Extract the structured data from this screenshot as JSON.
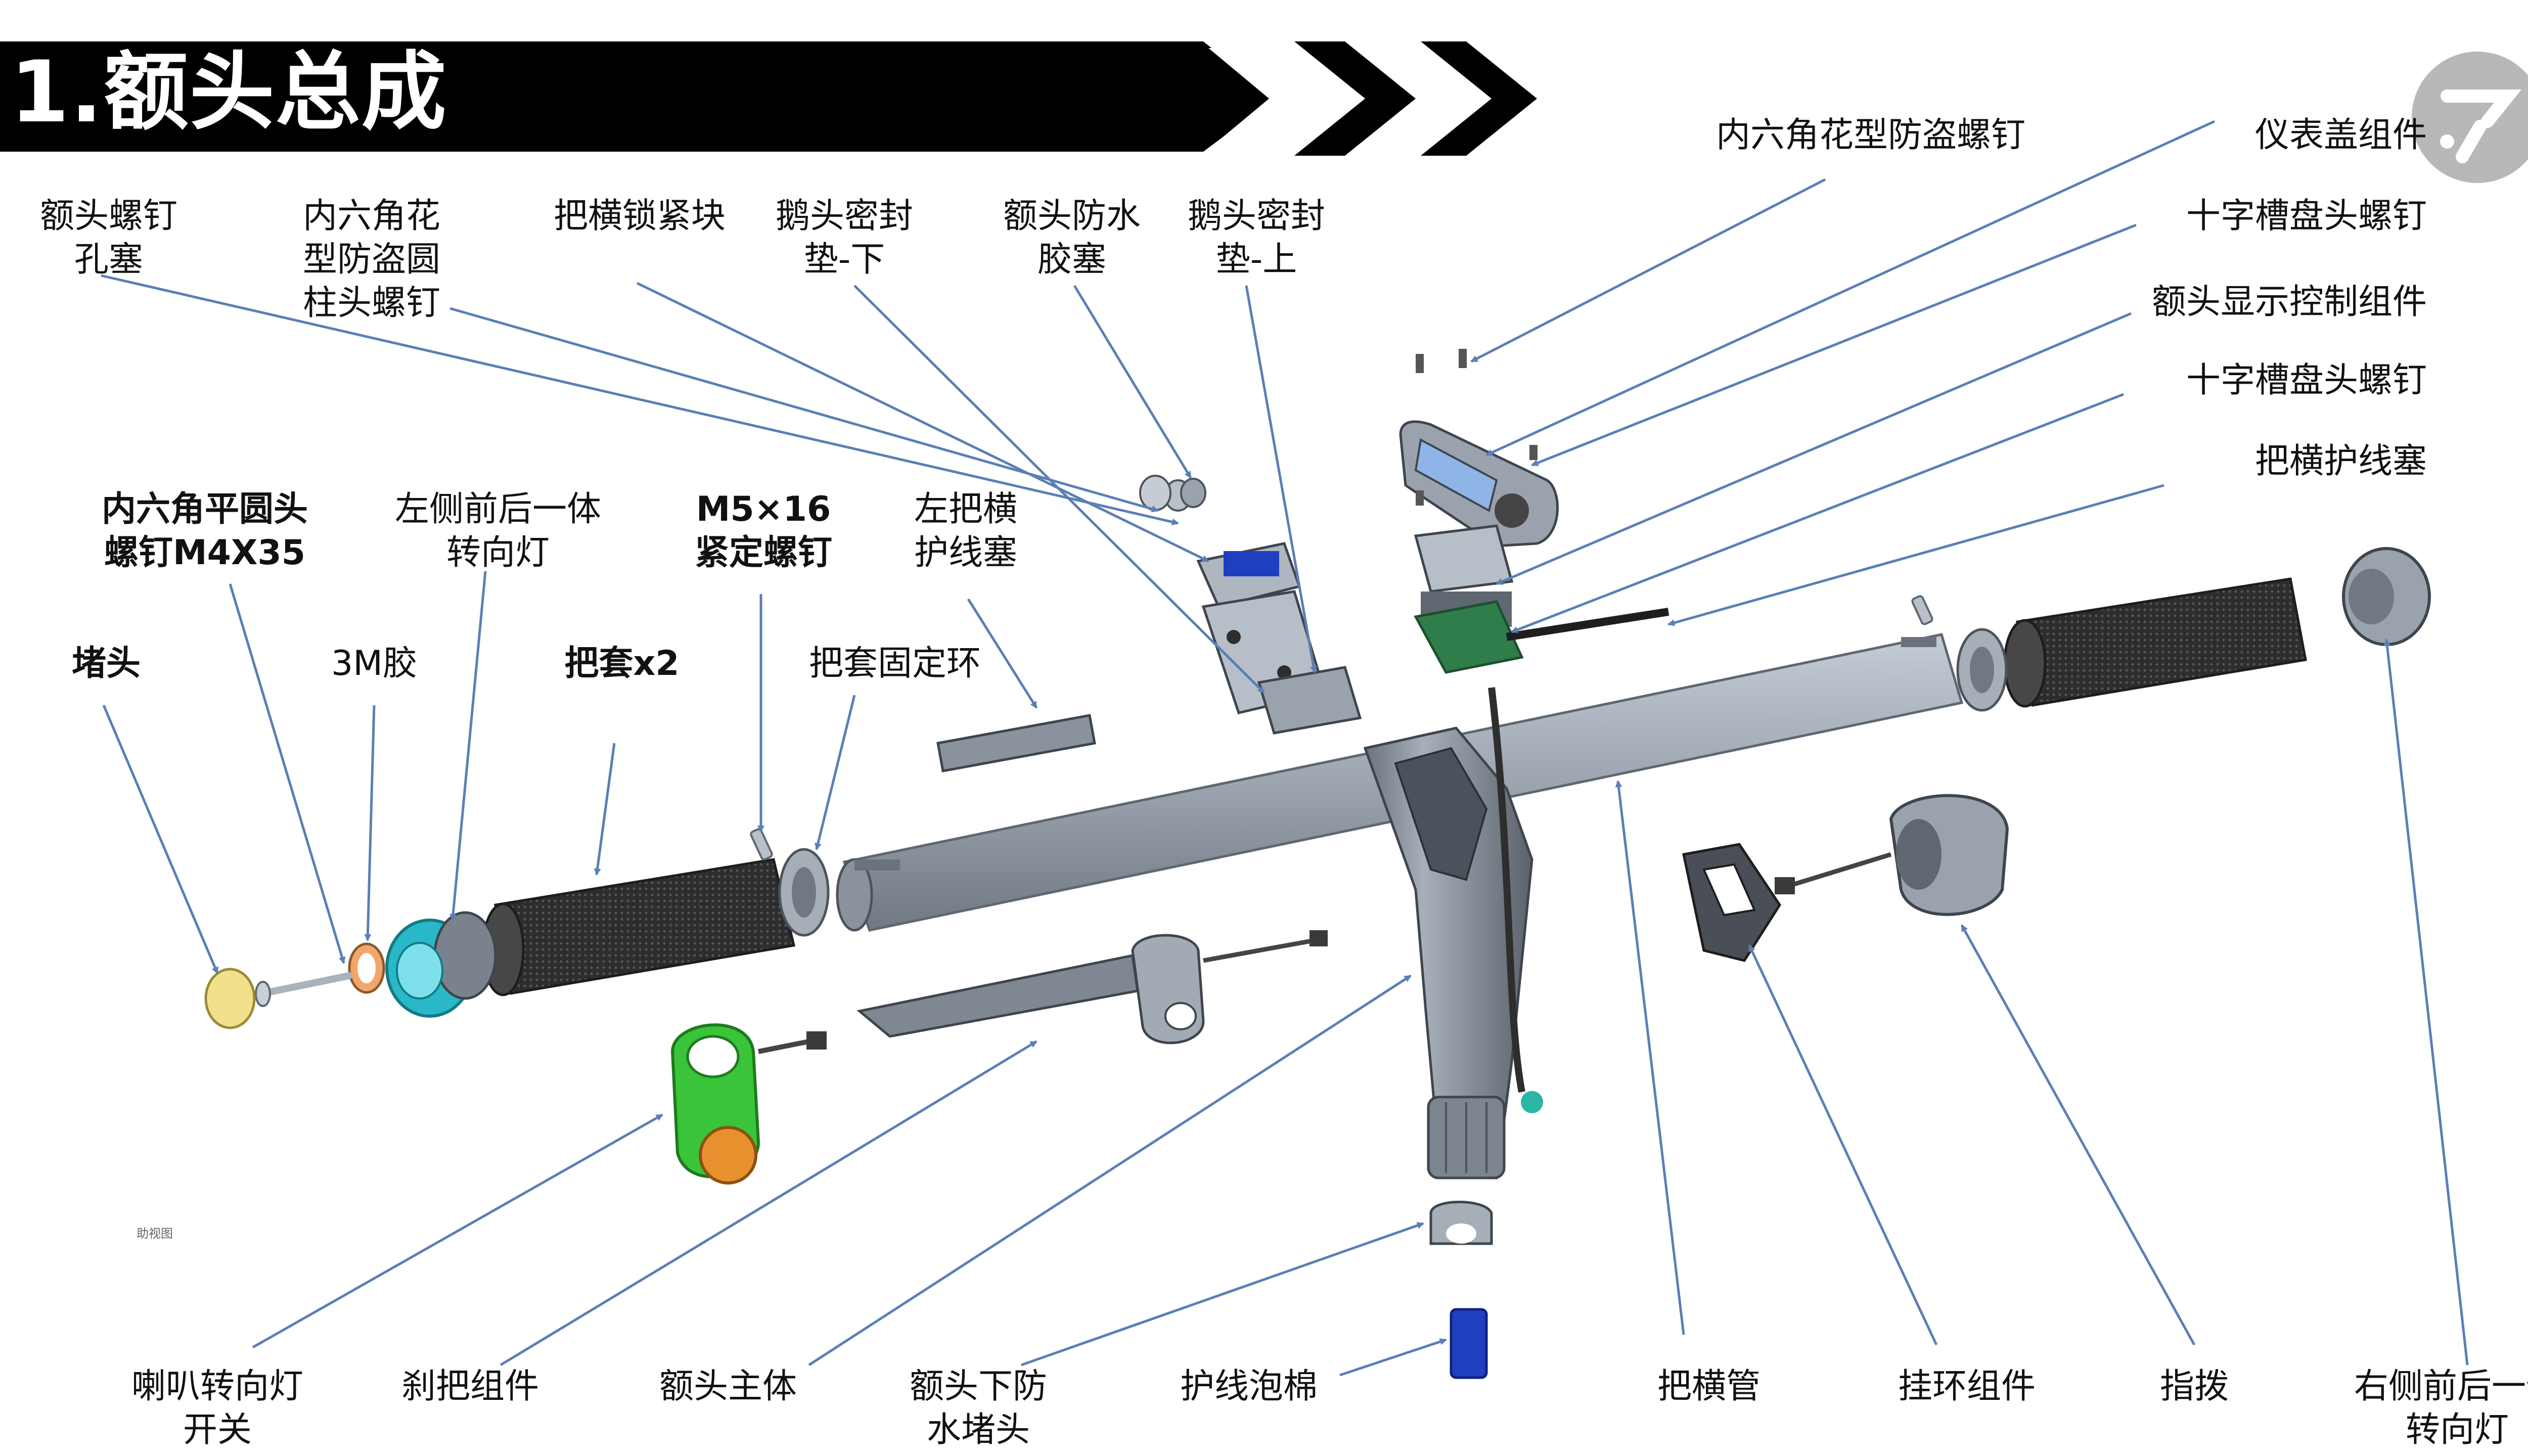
{
  "header": {
    "title": "1.额头总成",
    "colors": {
      "banner": "#000000",
      "text": "#ffffff"
    }
  },
  "brand_logo": {
    "icon": "segway-ninebot-logo-icon",
    "color": "#b8b8b8"
  },
  "small_mark": "助视图",
  "labels": {
    "screw_plug": [
      "额头螺钉",
      "孔塞"
    ],
    "anti_theft_cyl_screw": [
      "内六角花",
      "型防盗圆",
      "柱头螺钉"
    ],
    "clamp_block": "把横锁紧块",
    "gasket_lower": [
      "鹅头密封",
      "垫-下"
    ],
    "waterproof_plug": [
      "额头防水",
      "胶塞"
    ],
    "gasket_upper": [
      "鹅头密封",
      "垫-上"
    ],
    "anti_theft_torx_screw": "内六角花型防盗螺钉",
    "meter_cover": "仪表盖组件",
    "phillips_screw_1": "十字槽盘头螺钉",
    "display_control": "额头显示控制组件",
    "phillips_screw_2": "十字槽盘头螺钉",
    "cable_plug": "把横护线塞",
    "hex_button_screw": [
      "内六角平圆头",
      "螺钉M4X35"
    ],
    "left_turn_light": [
      "左侧前后一体",
      "转向灯"
    ],
    "set_screw": [
      "M5×16",
      "紧定螺钉"
    ],
    "left_cable_plug": [
      "左把横",
      "护线塞"
    ],
    "end_cap": "堵头",
    "tape_3m": "3M胶",
    "grip_prefix": "把套",
    "grip_suffix": "x2",
    "grip_ring": "把套固定环",
    "horn_switch": [
      "喇叭转向灯",
      "开关"
    ],
    "brake_lever": "刹把组件",
    "stem_body": "额头主体",
    "stem_bottom_plug": [
      "额头下防",
      "水堵头"
    ],
    "cable_foam": "护线泡棉",
    "handlebar_tube": "把横管",
    "hook_assembly": "挂环组件",
    "thumb_throttle": "指拨",
    "right_turn_light": [
      "右侧前后一体",
      "转向灯"
    ]
  },
  "colors": {
    "leader": "#5b7fb5",
    "part_gray": "#9aa3ad",
    "part_dark": "#2e2e2e",
    "grip_dark": "#3a3a3a",
    "green_switch": "#39c43a",
    "orange_knob": "#e6912e",
    "cyan_light": "#29b8c8",
    "foam_blue": "#1f3fbf",
    "end_cap_yellow": "#f2e08a",
    "pcb_green": "#2f7d4a",
    "screen_blue": "#8fb4e8"
  }
}
